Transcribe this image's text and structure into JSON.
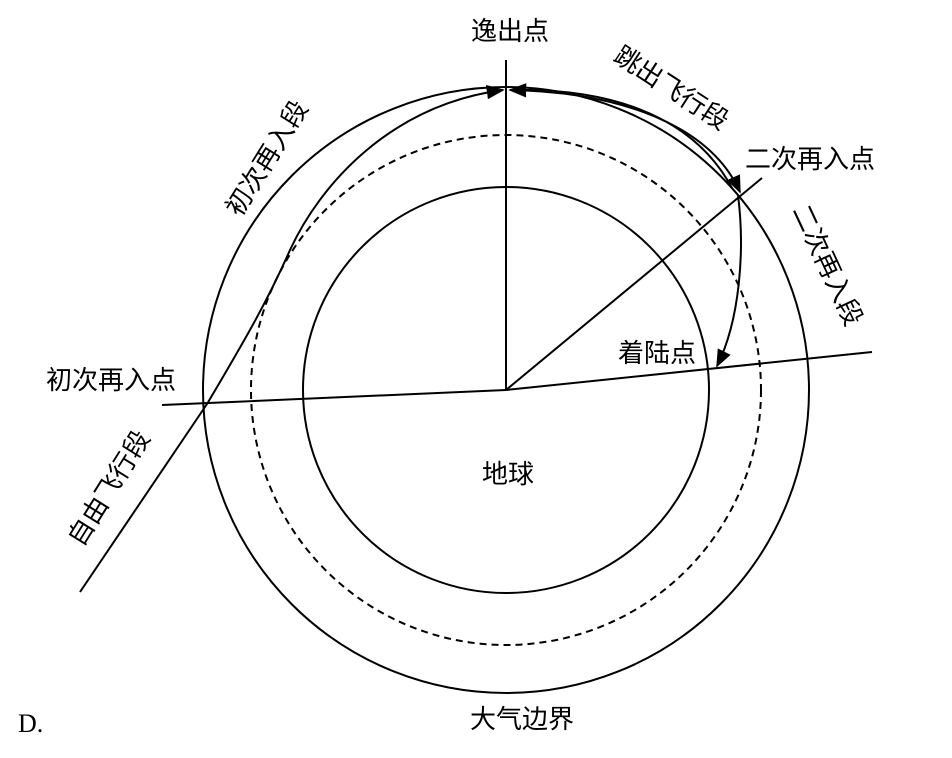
{
  "option_label": "D.",
  "labels": {
    "exit_point": "逸出点",
    "skip_segment": "跳出飞行段",
    "second_reentry_point": "二次再入点",
    "second_reentry_segment": "二次再入段",
    "landing_point": "着陆点",
    "first_reentry_segment": "初次再入段",
    "first_reentry_point": "初次再入点",
    "free_flight_segment": "自由飞行段",
    "earth": "地球",
    "atmosphere_boundary": "大气边界"
  }
}
